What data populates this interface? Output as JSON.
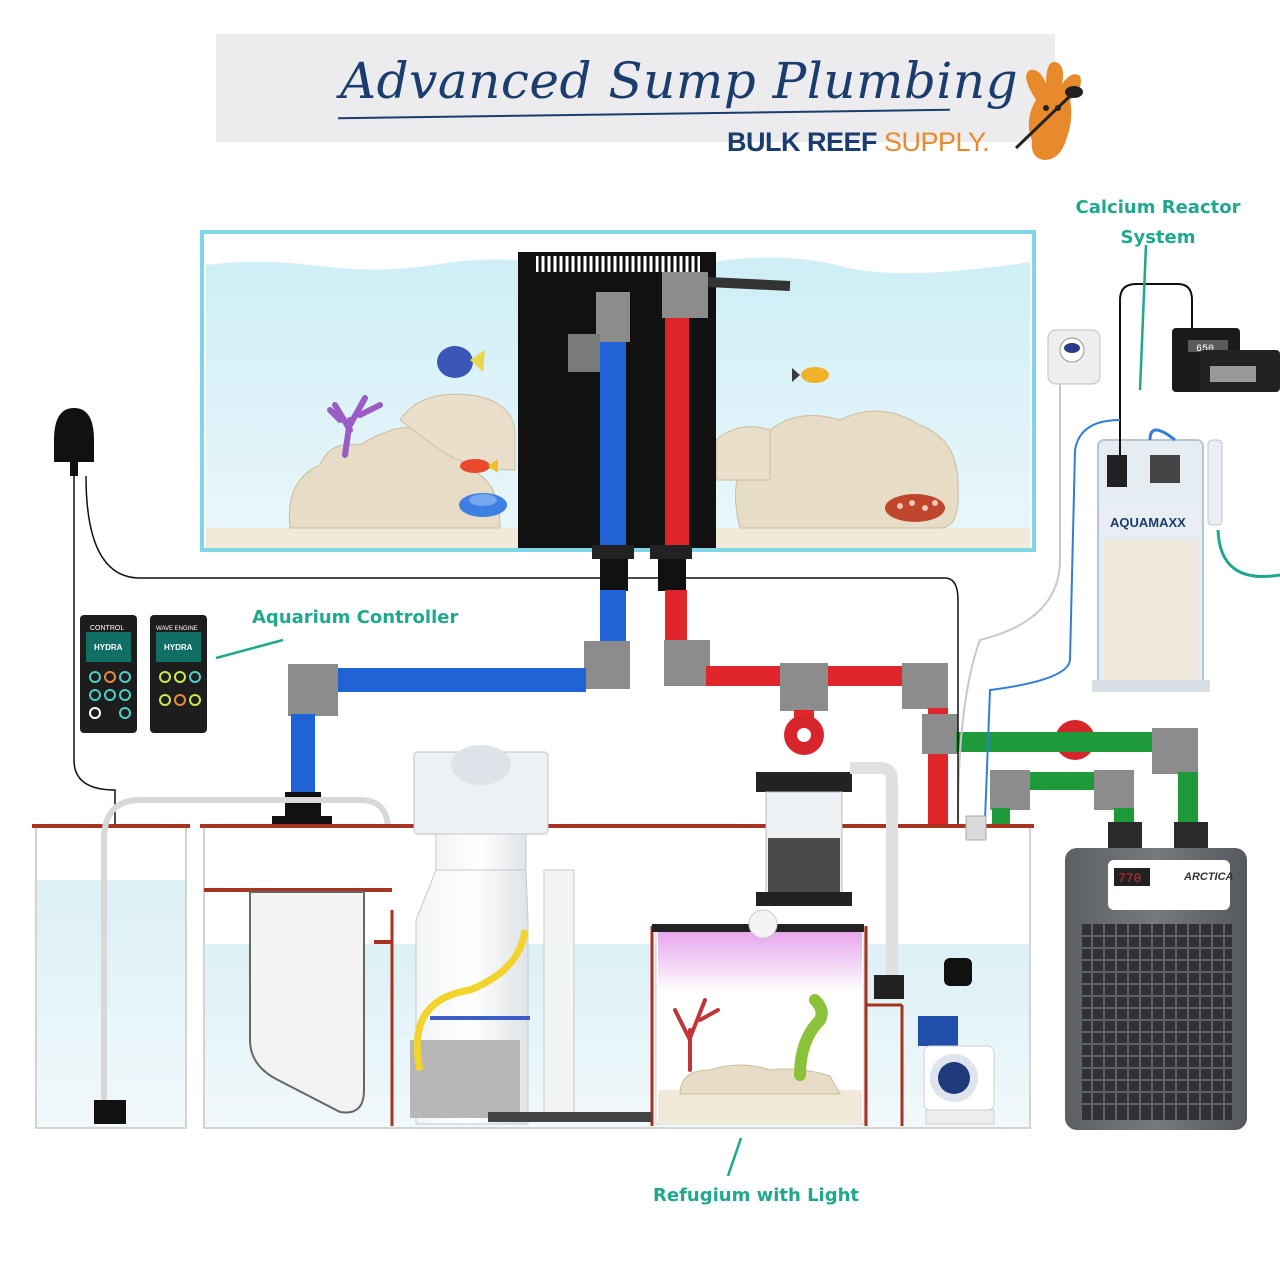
{
  "header": {
    "title": "Advanced Sump Plumbing",
    "brand_primary": "BULK REEF",
    "brand_secondary": "SUPPLY."
  },
  "labels": {
    "calcium_reactor_line1": "Calcium Reactor",
    "calcium_reactor_line2": "System",
    "aquarium_controller": "Aquarium Controller",
    "refugium": "Refugium with Light"
  },
  "devices": {
    "controller_left_name": "CONTROL",
    "controller_left_model": "HYDRA",
    "controller_right_name": "WAVE ENGINE",
    "controller_right_model": "HYDRA",
    "reactor_brand": "AQUAMAXX",
    "chiller_brand": "ARCTICA",
    "chiller_display": "770",
    "ph_display": "650"
  },
  "colors": {
    "accent_teal": "#1fa88e",
    "navy": "#1b3d6e",
    "orange": "#e88a2c",
    "return_pipe": "#e0262b",
    "drain_pipe": "#1f63d6",
    "chiller_pipe": "#1f9a3a",
    "fitting_grey": "#8c8c8c",
    "sump_rim": "#a83420"
  },
  "icons": [
    "mascot-icon",
    "float-switch-icon",
    "valve-icon",
    "fish-icon",
    "coral-icon"
  ]
}
